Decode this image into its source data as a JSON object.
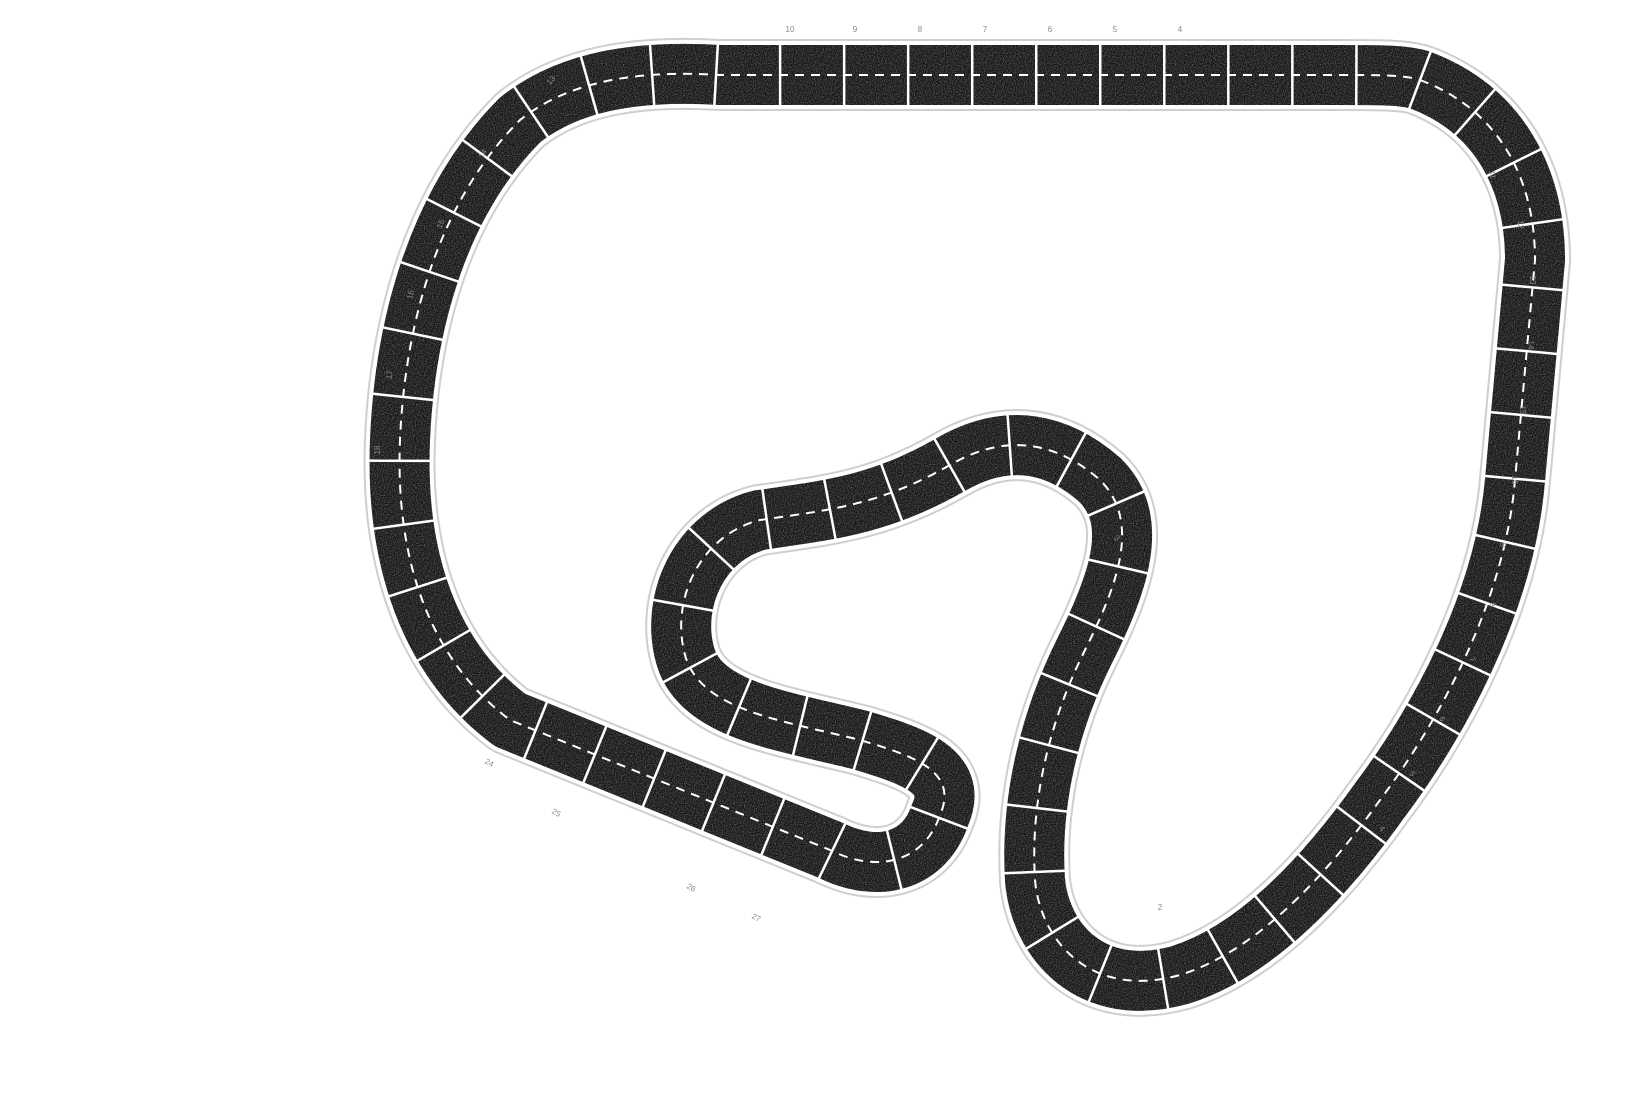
{
  "board": {
    "type": "race track game board",
    "colors": {
      "background": "#ffffff",
      "track": "#141414",
      "markings": "#ffffff",
      "labels": "#888888"
    },
    "outer_loop_top_labels": [
      "10",
      "9",
      "8",
      "7",
      "6",
      "5",
      "4"
    ],
    "outer_loop_left_labels": [
      "13",
      "14",
      "15",
      "16",
      "17",
      "18"
    ],
    "outer_loop_bottom_labels": [
      "24",
      "25",
      "26",
      "27"
    ],
    "outer_loop_right_labels": [
      "11",
      "12",
      "13",
      "14",
      "15",
      "16",
      "9",
      "8",
      "7",
      "6",
      "5",
      "4"
    ],
    "inner_loop_labels": [
      "3",
      "2"
    ]
  }
}
